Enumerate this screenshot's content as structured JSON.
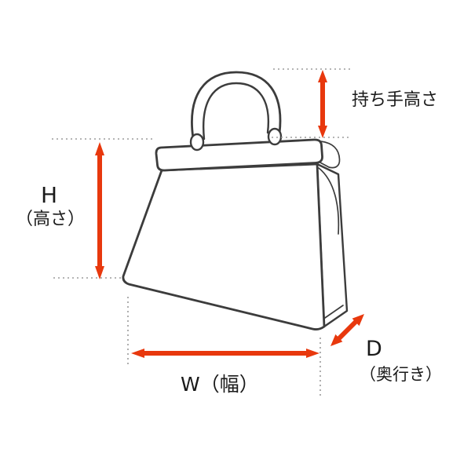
{
  "diagram": {
    "colors": {
      "arrow": "#e8380d",
      "outline": "#3c3c3c",
      "guide": "#9b9b9b"
    },
    "labels": {
      "handle_height": "持ち手高さ",
      "height_letter": "H",
      "height_caption": "（高さ）",
      "width": "W（幅）",
      "depth_letter": "D",
      "depth_caption": "（奥行き）"
    }
  }
}
